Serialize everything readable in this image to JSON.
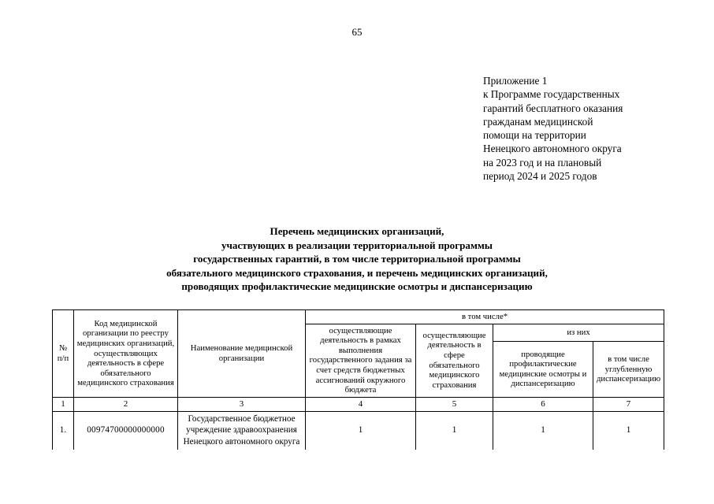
{
  "page": {
    "number": "65"
  },
  "appendix": {
    "lines": [
      "Приложение 1",
      "к Программе государственных",
      "гарантий бесплатного оказания",
      "гражданам медицинской",
      "помощи на территории",
      "Ненецкого автономного округа",
      "на 2023 год и на плановый",
      "период 2024 и 2025 годов"
    ]
  },
  "title": {
    "lines": [
      "Перечень медицинских организаций,",
      "участвующих в реализации территориальной программы",
      "государственных гарантий, в том числе территориальной программы",
      "обязательного медицинского страхования, и перечень медицинских организаций,",
      "проводящих профилактические медицинские осмотры и диспансеризацию"
    ]
  },
  "table": {
    "group_header": "в том числе*",
    "subgroup_header": "из них",
    "headers": {
      "col1": "№\nп/п",
      "col1_line1": "№",
      "col1_line2": "п/п",
      "col2": "Код медицинской организации по реестру медицинских организаций, осуществляющих деятельность в сфере обязательного медицинского страхования",
      "col3": "Наименование медицинской организации",
      "col4": "осуществляющие деятельность в рамках выполнения государственного задания за счет средств бюджетных ассигнований окружного бюджета",
      "col5": "осуществляющие деятельность в сфере обязательного медицинского страхования",
      "col6": "проводящие профилактические медицинские осмотры и диспансеризацию",
      "col7": "в том числе углубленную диспансеризацию"
    },
    "number_row": [
      "1",
      "2",
      "3",
      "4",
      "5",
      "6",
      "7"
    ],
    "rows": [
      {
        "idx": "1.",
        "code": "00974700000000000",
        "name": "Государственное бюджетное учреждение здравоохранения Ненецкого автономного округа",
        "col4": "1",
        "col5": "1",
        "col6": "1",
        "col7": "1"
      }
    ]
  }
}
